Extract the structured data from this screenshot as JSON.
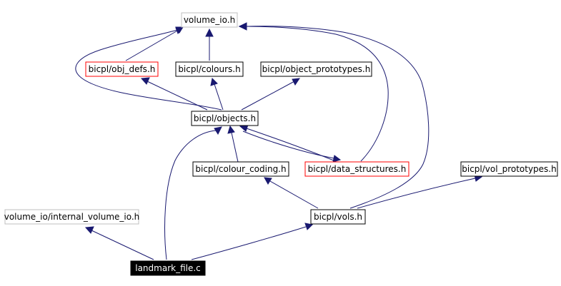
{
  "colors": {
    "edge": "#191970",
    "box_default": "#000000",
    "box_incomplete": "#ff0000",
    "box_undocumented": "#bfbfbf",
    "box_focus_fill": "#000000",
    "text_default": "#000000",
    "text_focus": "#ffffff"
  },
  "nodes": {
    "volume_io_h": {
      "label": "volume_io.h",
      "style": "undocumented"
    },
    "obj_defs_h": {
      "label": "bicpl/obj_defs.h",
      "style": "incomplete"
    },
    "colours_h": {
      "label": "bicpl/colours.h",
      "style": "default"
    },
    "object_prototypes_h": {
      "label": "bicpl/object_prototypes.h",
      "style": "default"
    },
    "objects_h": {
      "label": "bicpl/objects.h",
      "style": "default"
    },
    "colour_coding_h": {
      "label": "bicpl/colour_coding.h",
      "style": "default"
    },
    "data_structures_h": {
      "label": "bicpl/data_structures.h",
      "style": "incomplete"
    },
    "vol_prototypes_h": {
      "label": "bicpl/vol_prototypes.h",
      "style": "default"
    },
    "internal_volume_io_h": {
      "label": "volume_io/internal_volume_io.h",
      "style": "undocumented"
    },
    "vols_h": {
      "label": "bicpl/vols.h",
      "style": "default"
    },
    "landmark_file_c": {
      "label": "landmark_file.c",
      "style": "focus"
    }
  }
}
